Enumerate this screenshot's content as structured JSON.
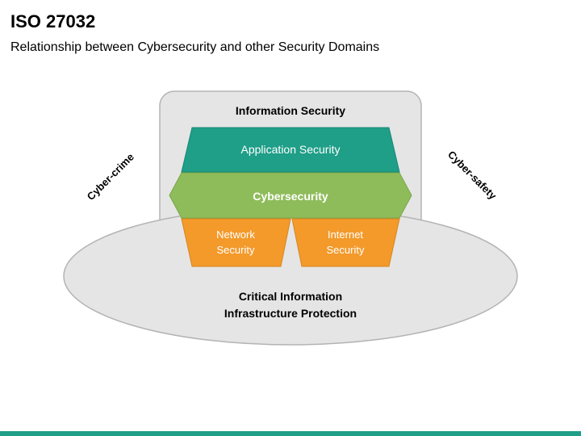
{
  "header": {
    "title": "ISO 27032",
    "subtitle": "Relationship between Cybersecurity and other Security Domains"
  },
  "diagram": {
    "information_security": "Information Security",
    "application_security": "Application Security",
    "cybersecurity": "Cybersecurity",
    "network_security": [
      "Network",
      "Security"
    ],
    "internet_security": [
      "Internet",
      "Security"
    ],
    "ciip": [
      "Critical Information",
      "Infrastructure Protection"
    ],
    "cyber_crime": "Cyber-crime",
    "cyber_safety": "Cyber-safety"
  },
  "colors": {
    "panel_fill": "#e5e5e5",
    "panel_stroke": "#b3b3b3",
    "application": "#1f9e88",
    "cybersecurity": "#8fbc5a",
    "orange": "#f39a2b",
    "bottom_bar": "#1f9e88"
  }
}
